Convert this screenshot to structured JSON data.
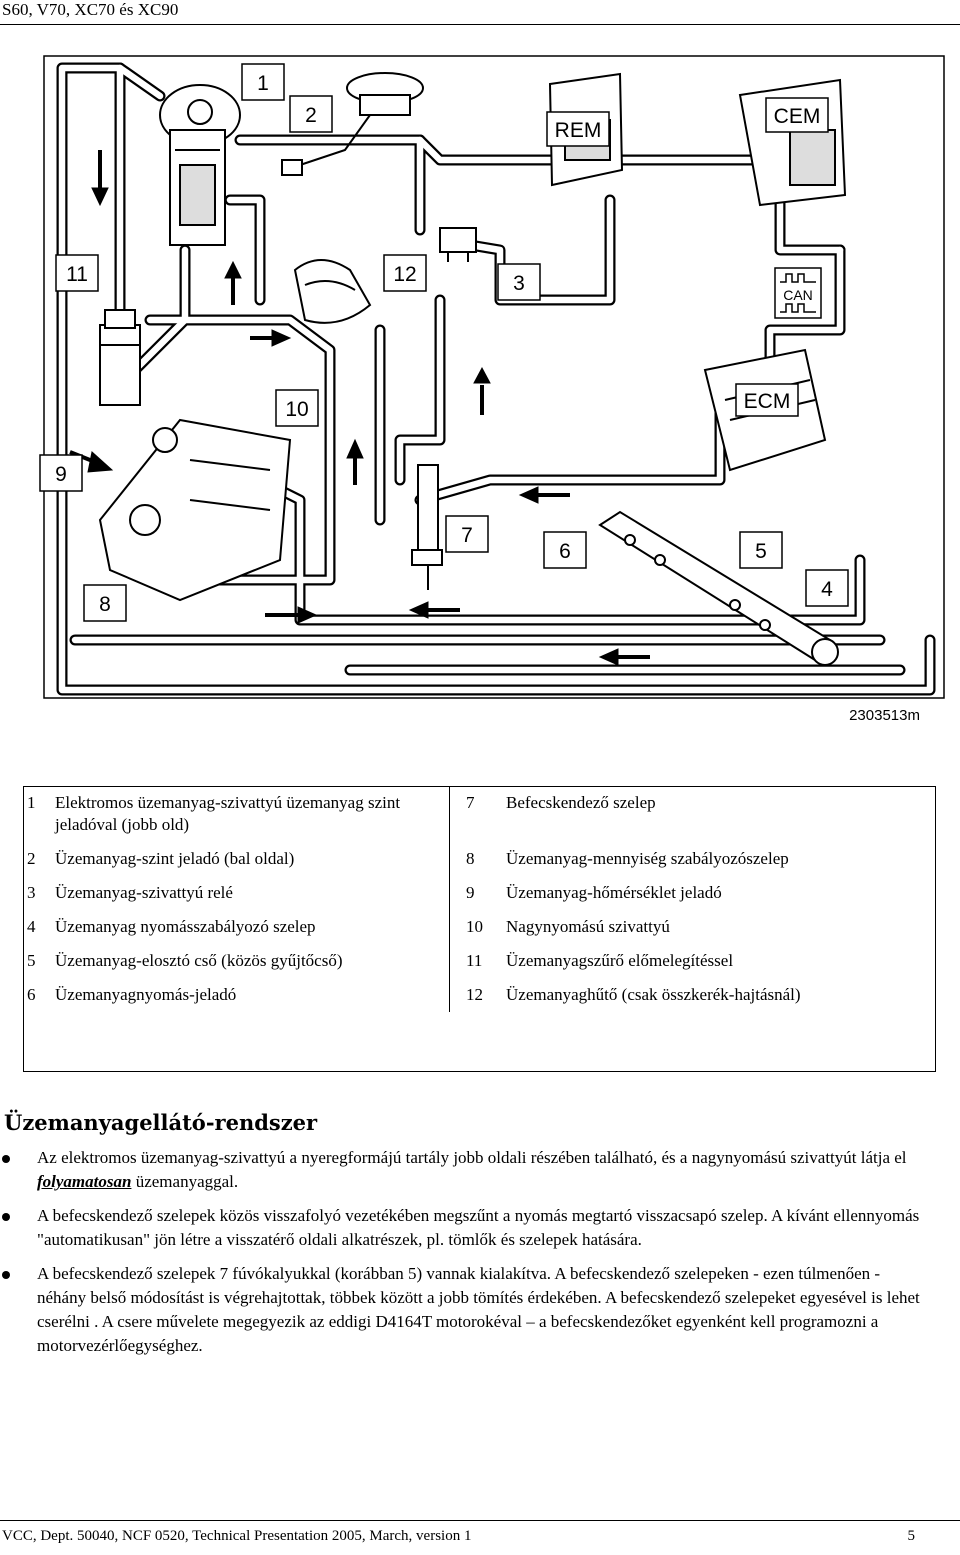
{
  "header": {
    "title": "S60, V70, XC70 és XC90"
  },
  "diagram": {
    "callouts": [
      "1",
      "2",
      "3",
      "4",
      "5",
      "6",
      "7",
      "8",
      "9",
      "10",
      "11",
      "12"
    ],
    "module_labels": {
      "rem": "REM",
      "cem": "CEM",
      "ecm": "ECM",
      "can": "CAN"
    },
    "figure_id": "2303513m"
  },
  "legend": {
    "rows": [
      {
        "left_num": "1",
        "left_text": "Elektromos üzemanyag-szivattyú üzemanyag szint jeladóval (jobb old)",
        "right_num": "7",
        "right_text": "Befecskendező szelep"
      },
      {
        "left_num": "2",
        "left_text": "Üzemanyag-szint jeladó (bal oldal)",
        "right_num": "8",
        "right_text": "Üzemanyag-mennyiség szabályozószelep"
      },
      {
        "left_num": "3",
        "left_text": "Üzemanyag-szivattyú relé",
        "right_num": "9",
        "right_text": "Üzemanyag-hőmérséklet jeladó"
      },
      {
        "left_num": "4",
        "left_text": "Üzemanyag nyomásszabályozó szelep",
        "right_num": "10",
        "right_text": "Nagynyomású szivattyú"
      },
      {
        "left_num": "5",
        "left_text": "Üzemanyag-elosztó cső (közös gyűjtőcső)",
        "right_num": "11",
        "right_text": "Üzemanyagszűrő előmelegítéssel"
      },
      {
        "left_num": "6",
        "left_text": "Üzemanyagnyomás-jeladó",
        "right_num": "12",
        "right_text": "Üzemanyaghűtő (csak összkerék-hajtásnál)"
      }
    ]
  },
  "section": {
    "title": "Üzemanyagellátó-rendszer",
    "bullets": [
      {
        "before": "Az elektromos üzemanyag-szivattyú a nyeregformájú tartály jobb oldali részében található, és a nagynyomású szivattyút látja el ",
        "emph": "folyamatosan",
        "after": " üzemanyaggal."
      },
      {
        "before": "A befecskendező szelepek közös visszafolyó vezetékében megszűnt a nyomás megtartó visszacsapó szelep. A kívánt ellennyomás \"automatikusan\" jön létre a visszatérő oldali alkatrészek, pl. tömlők és szelepek hatására.",
        "emph": "",
        "after": ""
      },
      {
        "before": "A befecskendező szelepek 7 fúvókalyukkal (korábban 5) vannak kialakítva. A befecskendező szelepeken - ezen túlmenően - néhány belső módosítást is végrehajtottak, többek között a jobb tömítés érdekében. A befecskendező szelepeket egyesével is lehet cserélni . A csere művelete megegyezik az eddigi D4164T motorokéval – a befecskendezőket egyenként kell programozni a motorvezérlőegységhez.",
        "emph": "",
        "after": ""
      }
    ]
  },
  "footer": {
    "left": "VCC, Dept. 50040, NCF 0520, Technical Presentation 2005, March, version 1",
    "page": "5"
  }
}
